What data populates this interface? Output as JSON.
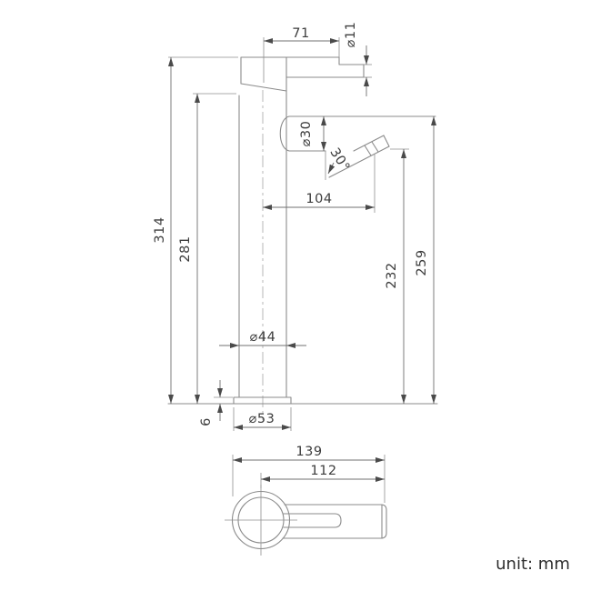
{
  "unit_label": "unit: mm",
  "side_view": {
    "handle_length": "71",
    "handle_diameter": "⌀11",
    "spout_diameter": "⌀30",
    "spout_angle": "30°",
    "spout_reach": "104",
    "overall_height": "314",
    "column_height": "281",
    "outlet_height": "232",
    "spout_top_height": "259",
    "body_diameter": "⌀44",
    "base_thickness": "6",
    "base_diameter": "⌀53"
  },
  "top_view": {
    "overall_length": "139",
    "spout_reach_from_center": "112"
  }
}
